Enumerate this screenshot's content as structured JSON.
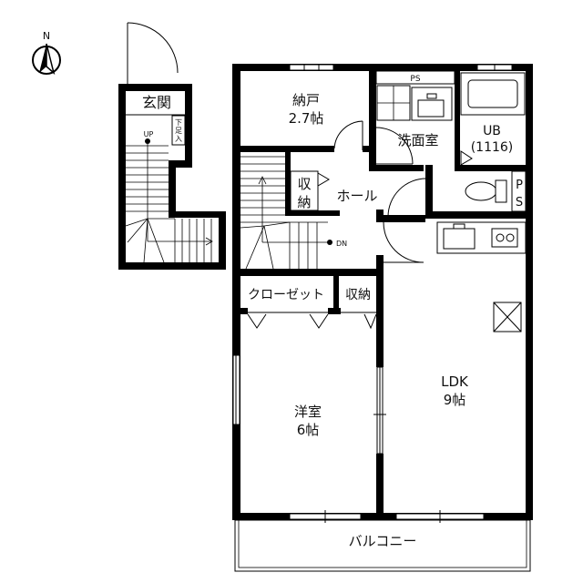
{
  "compass": {
    "north_label": "N"
  },
  "rooms": {
    "entrance": "玄関",
    "storage_name": "納戸",
    "storage_size": "2.7帖",
    "washroom": "洗面室",
    "bath_name": "UB",
    "bath_size": "(1116)",
    "hall": "ホール",
    "closet_small_top": "収",
    "closet_small_bottom": "納",
    "closet": "クローゼット",
    "storage2": "収納",
    "western_name": "洋室",
    "western_size": "6帖",
    "ldk_name": "LDK",
    "ldk_size": "9帖",
    "balcony": "バルコニー"
  },
  "marks": {
    "ps_top": "PS",
    "ps_side_top": "P",
    "ps_side_bottom": "S",
    "stair_up": "UP",
    "stair_down": "DN",
    "shoe_1": "下",
    "shoe_2": "足",
    "shoe_3": "入"
  }
}
